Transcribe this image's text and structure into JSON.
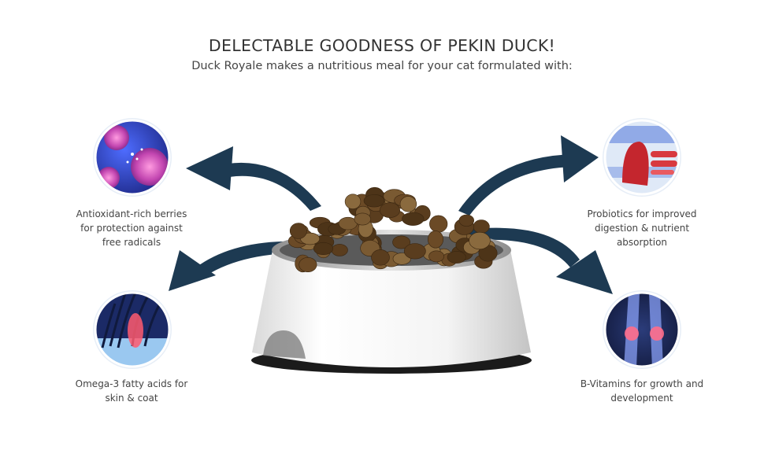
{
  "header": {
    "title": "DELECTABLE GOODNESS OF PEKIN DUCK!",
    "subtitle": "Duck Royale makes a nutritious meal for your cat formulated with:"
  },
  "benefits": [
    {
      "icon": "cells-icon",
      "label": "Antioxidant-rich berries\nfor protection against\nfree radicals"
    },
    {
      "icon": "digestive-system-icon",
      "label": "Probiotics for improved\ndigestion & nutrient\nabsorption"
    },
    {
      "icon": "skin-hair-icon",
      "label": "Omega-3 fatty acids for\nskin & coat"
    },
    {
      "icon": "leg-bones-icon",
      "label": "B-Vitamins for growth and\ndevelopment"
    }
  ],
  "colors": {
    "arrow": "#1d3a52",
    "text": "#444444",
    "bowl": "#ffffff",
    "kibble": "#7a5a32"
  }
}
